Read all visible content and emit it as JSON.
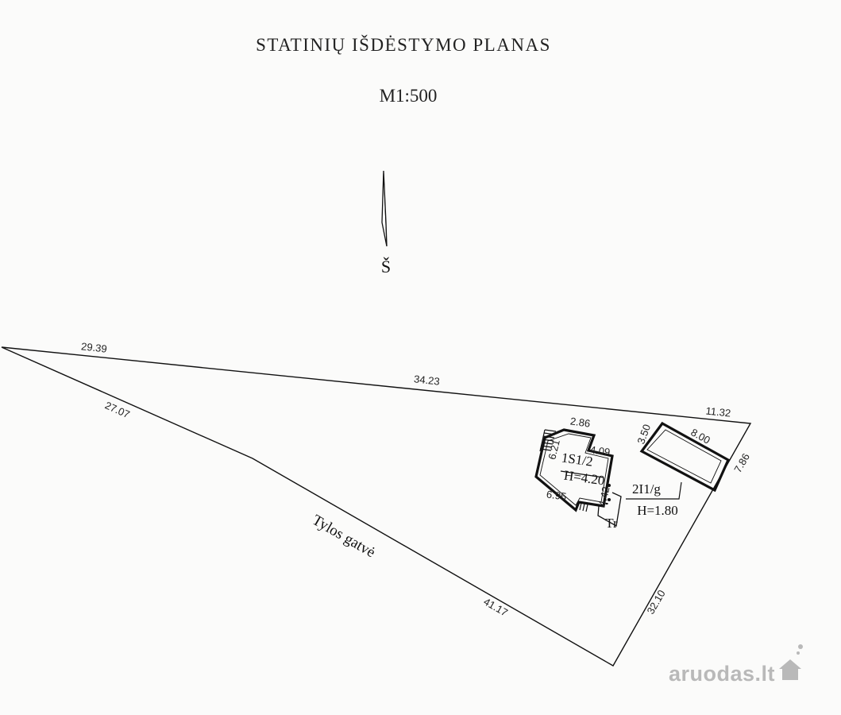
{
  "title": "STATINIŲ IŠDĖSTYMO PLANAS",
  "scale": "M1:500",
  "north_label": "Š",
  "street_name": "Tylos gatvė",
  "boundary_dimensions": {
    "north_west": "29.39",
    "north_middle": "34.23",
    "north_east": "11.32",
    "west": "27.07",
    "south_street": "41.17",
    "east": "32.10",
    "east_upper": "7.86"
  },
  "house": {
    "label": "1S1/2",
    "height": "H=4.20",
    "dims": [
      "2.86",
      "4.09",
      "6.21",
      "6.95",
      "4.42"
    ]
  },
  "garage": {
    "label": "2I1/g",
    "height": "H=1.80",
    "dims": [
      "3.50",
      "8.00"
    ]
  },
  "terrace_label": "Tr",
  "watermark": {
    "text": "aruodas",
    "suffix": ".lt",
    "icon": "house-logo-icon"
  }
}
